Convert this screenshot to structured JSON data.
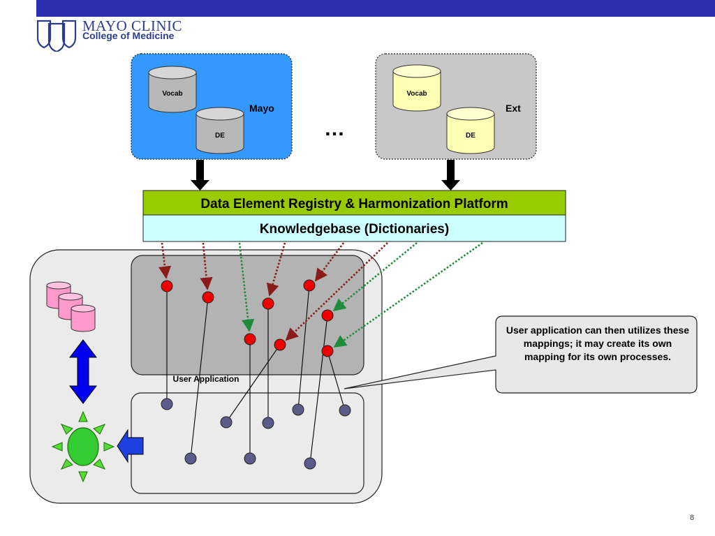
{
  "logo": {
    "name": "MAYO CLINIC",
    "subtitle": "College of Medicine"
  },
  "sources": {
    "mayo": {
      "label": "Mayo",
      "vocab": "Vocab",
      "de": "DE"
    },
    "ellipsis": "…",
    "ext": {
      "label": "Ext",
      "vocab": "Vocab",
      "de": "DE"
    }
  },
  "platform": {
    "registry": "Data Element Registry & Harmonization Platform",
    "knowledgebase": "Knowledgebase (Dictionaries)"
  },
  "user_application": {
    "label": "User Application"
  },
  "callout": {
    "text": "User application can then utilizes these mappings; it may create its own mapping for its own processes."
  },
  "slide": {
    "number": "8"
  },
  "colors": {
    "topbar": "#2b2fae",
    "mayo_box": "#3399ff",
    "ext_box": "#c8c8c8",
    "registry_bar": "#99cc00",
    "knowledgebase_bar": "#ccffff",
    "mapping_node": "#ee0000",
    "app_node": "#5c5c8a",
    "dark_red_arrow": "#8b1a1a",
    "green_arrow": "#1f8c3c"
  }
}
